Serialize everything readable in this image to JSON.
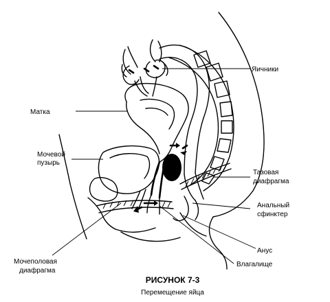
{
  "labels": {
    "ovaries": "Яичники",
    "uterus": "Матка",
    "bladder_line1": "Мочевой",
    "bladder_line2": "пузырь",
    "pelvic_diaphragm_line1": "Тазовая",
    "pelvic_diaphragm_line2": "диафрагма",
    "anal_sphincter_line1": "Анальный",
    "anal_sphincter_line2": "сфинктер",
    "anus": "Анус",
    "vagina": "Влагалище",
    "urogenital_diaphragm_line1": "Мочеполовая",
    "urogenital_diaphragm_line2": "диафрагма"
  },
  "caption": {
    "title": "РИСУНОК 7-3",
    "subtitle": "Перемещение яйца"
  },
  "colors": {
    "ink": "#000000",
    "background": "#ffffff"
  }
}
